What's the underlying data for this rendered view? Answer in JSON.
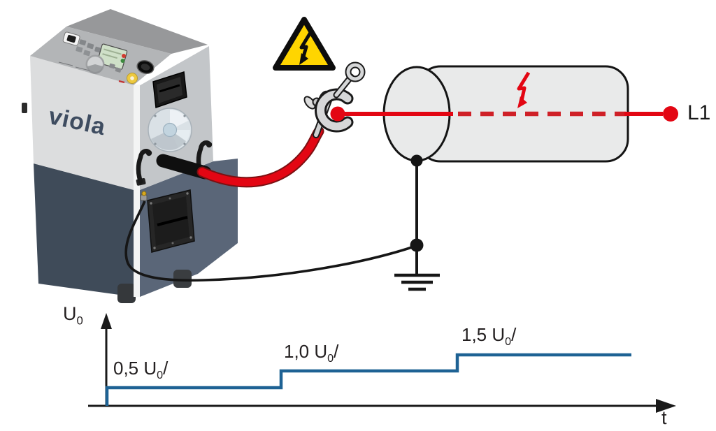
{
  "scene": {
    "device_brand": "viola",
    "phase_label": "L1"
  },
  "graph": {
    "y_label": "U",
    "y_label_sub": "0",
    "x_label": "t",
    "steps": [
      {
        "prefix": "0,5 U",
        "sub": "0",
        "suffix": "/"
      },
      {
        "prefix": "1,0 U",
        "sub": "0",
        "suffix": "/"
      },
      {
        "prefix": "1,5 U",
        "sub": "0",
        "suffix": "/"
      }
    ]
  },
  "chart_data": {
    "type": "line",
    "subtype": "step",
    "title": "",
    "xlabel": "t",
    "ylabel": "U0",
    "x_step_units": [
      0,
      0,
      1,
      1,
      2,
      2,
      3
    ],
    "y_u0_multiples": [
      0,
      0.5,
      0.5,
      1.0,
      1.0,
      1.5,
      1.5
    ],
    "step_labels": [
      "0,5 U0/",
      "1,0 U0/",
      "1,5 U0/"
    ],
    "legend": "none",
    "grid": "off",
    "line_color": "#1e6294"
  },
  "icons": {
    "warning": "high-voltage-warning-triangle",
    "fault": "red-lightning-bolt",
    "ground": "earth-ground-symbol",
    "clamp": "hv-connection-clamp"
  },
  "colors": {
    "hv_line_red": "#e30613",
    "dashed_red": "#cf2027",
    "step_blue": "#1e6294",
    "warning_yellow": "#ffd500",
    "device_grey": "#dcddde",
    "device_dark_blue": "#3f4b59",
    "brand_text": "#3e4c60",
    "cable_specimen_fill": "#e9eaea"
  }
}
